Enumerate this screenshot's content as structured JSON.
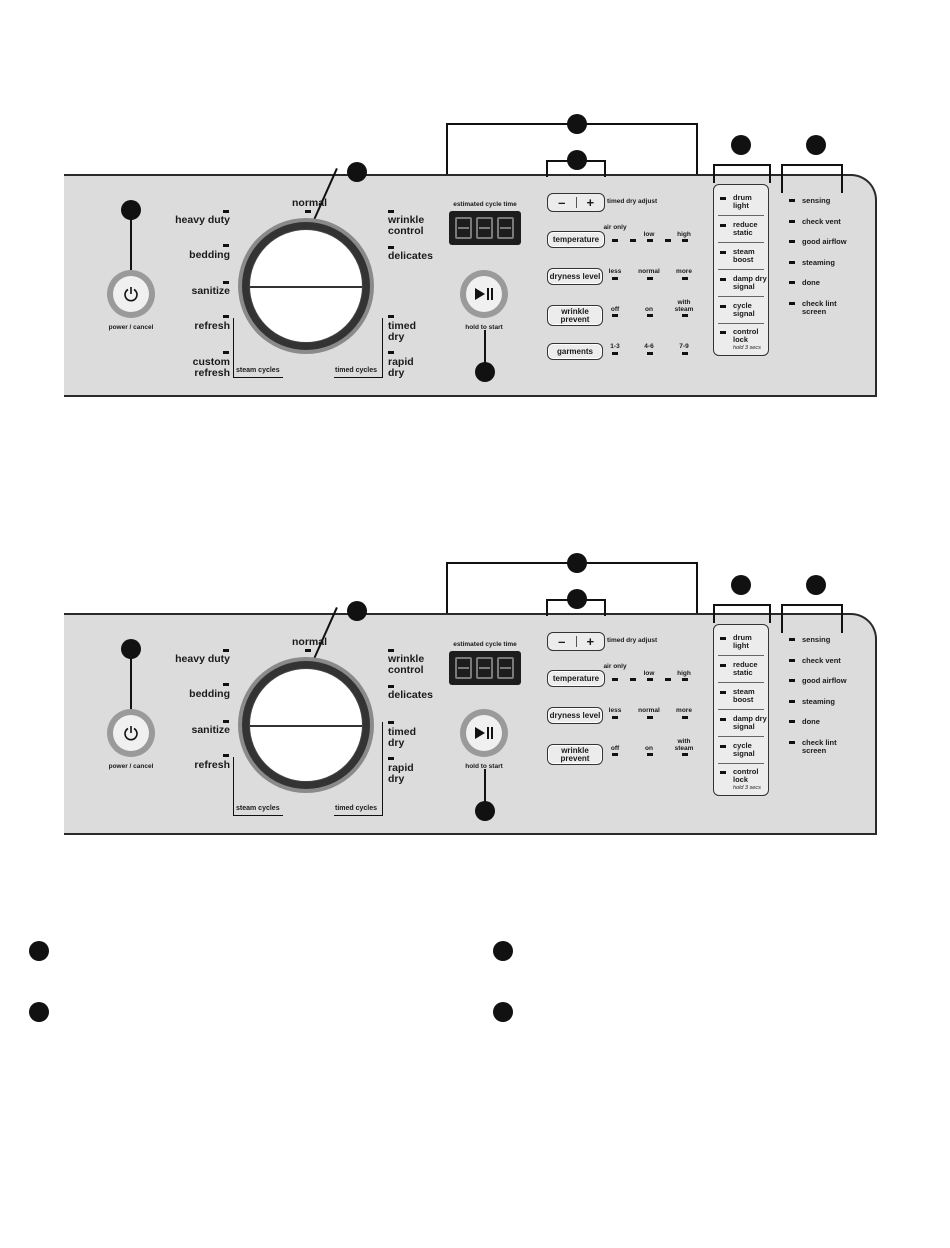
{
  "cycles_left": [
    "heavy duty",
    "bedding",
    "sanitize",
    "refresh",
    "custom refresh"
  ],
  "cycles_left_p2": [
    "heavy duty",
    "bedding",
    "sanitize",
    "refresh"
  ],
  "cycle_top": "normal",
  "cycles_right": [
    "wrinkle control",
    "delicates",
    "timed dry",
    "rapid dry"
  ],
  "group_labels": {
    "steam": "steam cycles",
    "timed": "timed cycles"
  },
  "power_label": "power / cancel",
  "est_time_label": "estimated cycle time",
  "display_digits": "888",
  "start_label": "hold to start",
  "timed_dry_adjust": "timed dry adjust",
  "adjust_minus": "–",
  "adjust_plus": "+",
  "modifiers": [
    {
      "label": "temperature",
      "options": [
        "air only",
        "low",
        "",
        "high"
      ]
    },
    {
      "label": "dryness level",
      "options": [
        "less",
        "normal",
        "more"
      ]
    },
    {
      "label": "wrinkle prevent",
      "options": [
        "off",
        "on",
        "with steam"
      ]
    },
    {
      "label": "garments",
      "options": [
        "1-3",
        "4-6",
        "7-9"
      ]
    }
  ],
  "options": [
    {
      "label": "drum light"
    },
    {
      "label": "reduce static"
    },
    {
      "label": "steam boost"
    },
    {
      "label": "damp dry signal"
    },
    {
      "label": "cycle signal"
    },
    {
      "label": "control lock",
      "note": "hold 3 secs"
    }
  ],
  "status": [
    "sensing",
    "check vent",
    "good airflow",
    "steaming",
    "done",
    "check lint screen"
  ],
  "colors": {
    "panel": "#dcdcdc",
    "ink": "#111111",
    "ring": "#8a8a8a"
  }
}
